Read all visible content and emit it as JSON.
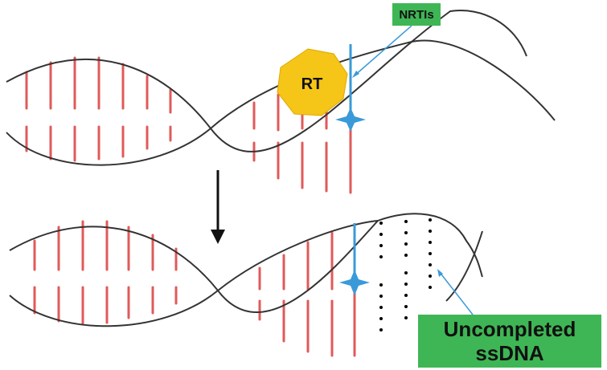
{
  "labels": {
    "enzyme": "RT",
    "inhibitor": "NRTIs",
    "result_line1": "Uncompleted",
    "result_line2": "ssDNA"
  },
  "colors": {
    "backbone": "#333333",
    "base_pair": "#e05a5a",
    "nrti": "#3a9ad9",
    "enzyme": "#f5c518",
    "label_box": "#3fb655",
    "arrow": "#111111",
    "missing_base": "#000000"
  },
  "icons": {
    "enzyme": "heptagon",
    "nrti_marker": "four-point-star",
    "transition_arrow": "down-arrow"
  }
}
